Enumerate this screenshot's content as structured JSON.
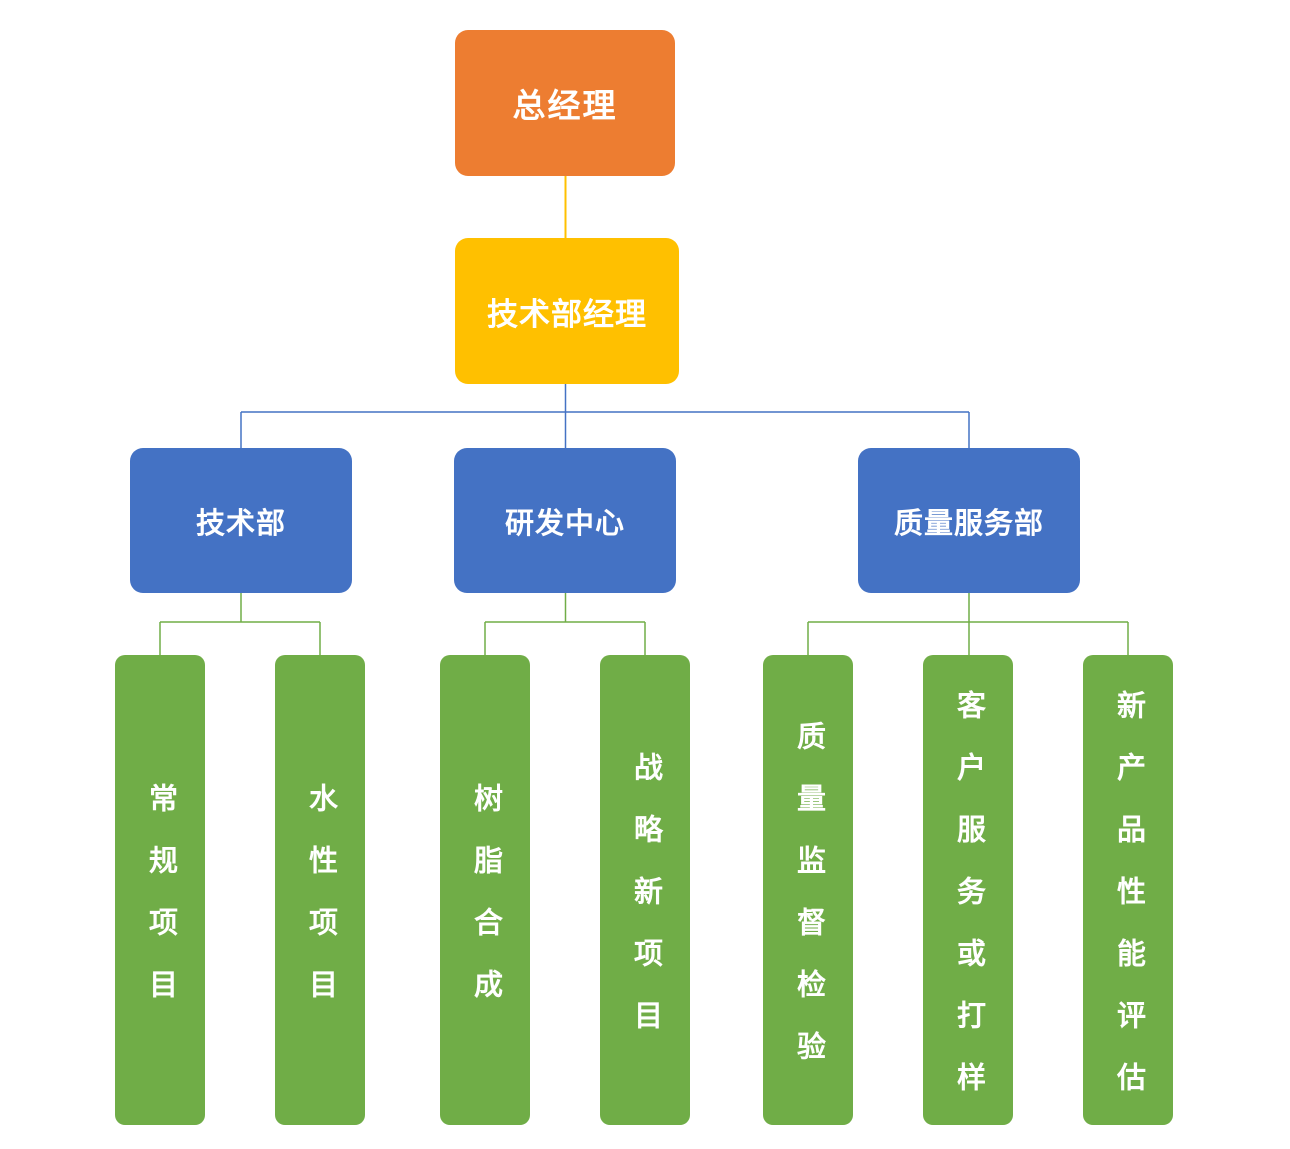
{
  "diagram": {
    "type": "org-chart",
    "palette": {
      "root_fill": "#ED7D31",
      "manager_fill": "#FFC000",
      "department_fill": "#4472C4",
      "leaf_fill": "#70AD47",
      "text_color": "#FFFFFF",
      "connector_root_manager": "#FFC000",
      "connector_manager_departments": "#4472C4",
      "connector_department_leaves": "#70AD47",
      "background": "#FFFFFF"
    },
    "nodes": {
      "root": {
        "label": "总经理"
      },
      "manager": {
        "label": "技术部经理",
        "parent": "总经理"
      },
      "departments": [
        {
          "label": "技术部",
          "parent": "技术部经理"
        },
        {
          "label": "研发中心",
          "parent": "技术部经理"
        },
        {
          "label": "质量服务部",
          "parent": "技术部经理"
        }
      ],
      "leaves": [
        {
          "label": "常规项目",
          "parent": "技术部"
        },
        {
          "label": "水性项目",
          "parent": "技术部"
        },
        {
          "label": "树脂合成",
          "parent": "研发中心"
        },
        {
          "label": "战略新项目",
          "parent": "研发中心"
        },
        {
          "label": "质量监督检验",
          "parent": "质量服务部"
        },
        {
          "label": "客户服务或打样",
          "parent": "质量服务部"
        },
        {
          "label": "新产品性能评估",
          "parent": "质量服务部"
        }
      ]
    }
  }
}
